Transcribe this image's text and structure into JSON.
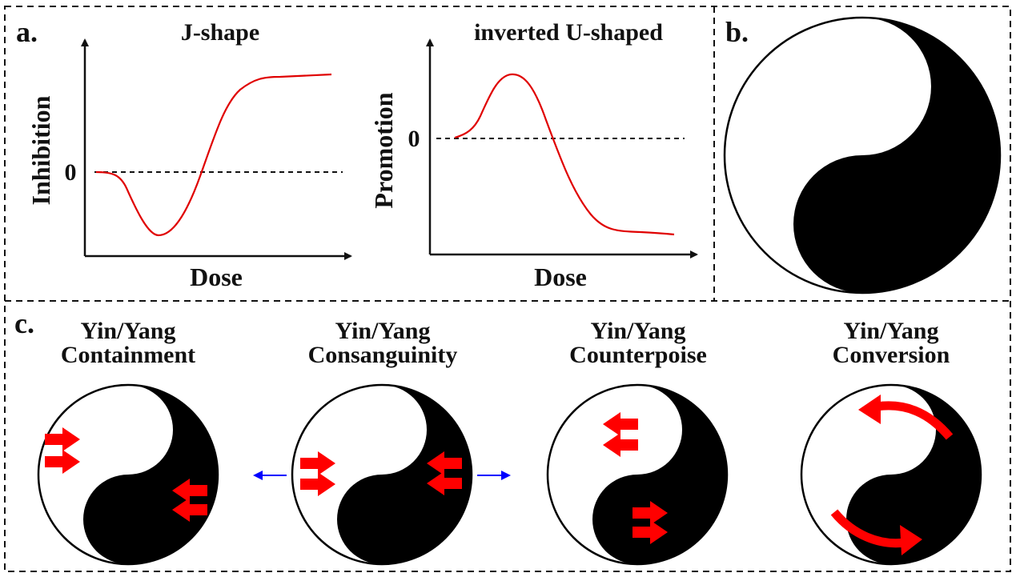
{
  "panel_a": {
    "label": "a.",
    "plot_left": {
      "title": "J-shape",
      "ylabel": "Inhibition",
      "xlabel": "Dose",
      "zero_label": "0",
      "curve_color": "#e00000"
    },
    "plot_right": {
      "title": "inverted U-shaped",
      "ylabel": "Promotion",
      "xlabel": "Dose",
      "zero_label": "0",
      "curve_color": "#e00000"
    }
  },
  "panel_b": {
    "label": "b.",
    "symbol": "yin-yang"
  },
  "panel_c": {
    "label": "c.",
    "items": [
      {
        "line1": "Yin/Yang",
        "line2": "Containment"
      },
      {
        "line1": "Yin/Yang",
        "line2": "Consanguinity"
      },
      {
        "line1": "Yin/Yang",
        "line2": "Counterpoise"
      },
      {
        "line1": "Yin/Yang",
        "line2": "Conversion"
      }
    ]
  },
  "colors": {
    "arrow_red": "#ff0000",
    "arrow_blue": "#0000ff",
    "curve_red": "#e00000",
    "black": "#000000"
  }
}
